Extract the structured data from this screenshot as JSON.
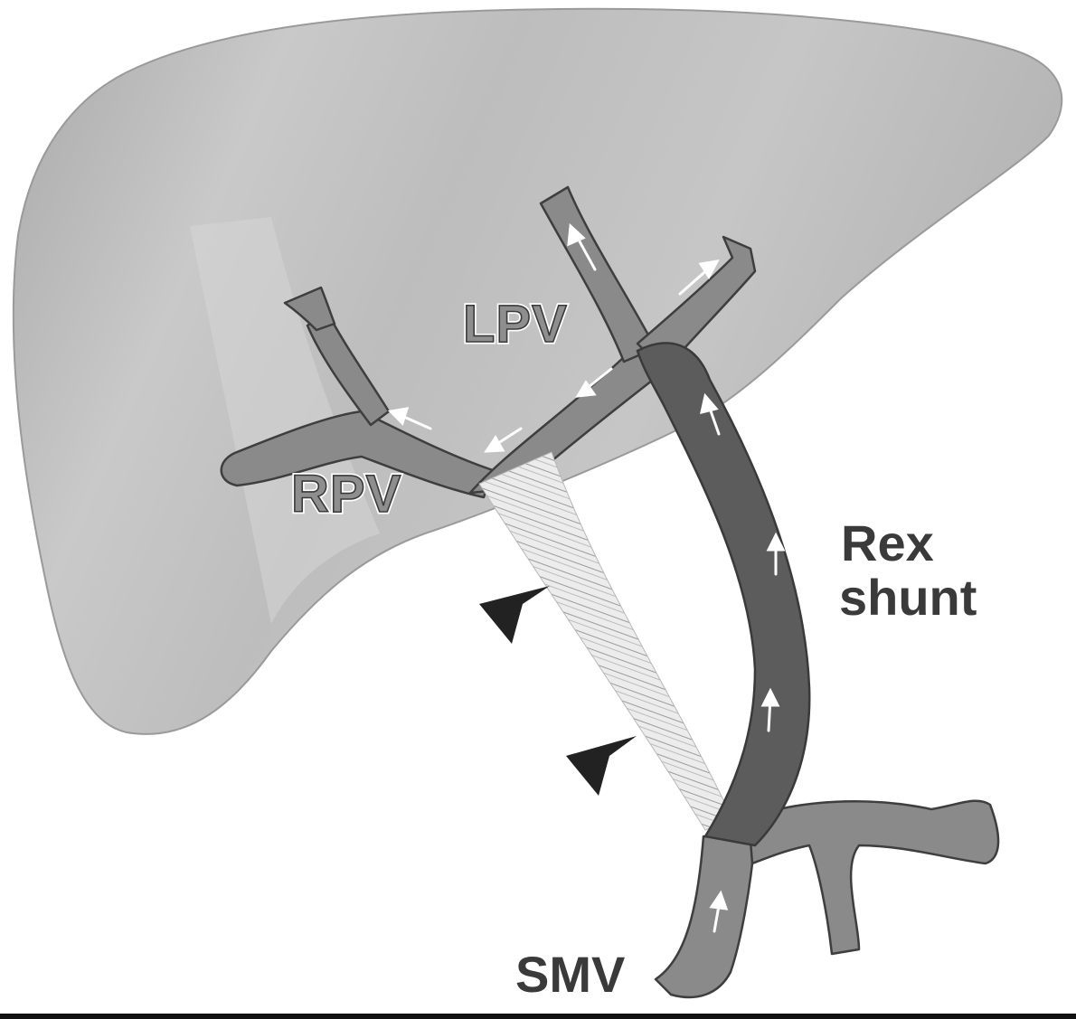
{
  "labels": {
    "lpv": "LPV",
    "rpv": "RPV",
    "rex_line1": "Rex",
    "rex_line2": "shunt",
    "smv": "SMV"
  },
  "colors": {
    "liver": "#b9b9b9",
    "liver_highlight": "#d2d2d2",
    "portal_vein": "#8a8a8a",
    "portal_vein_outline": "#3e3e3e",
    "shunt": "#5a5a5a",
    "thrombosed_segment": "#e6e6e6",
    "arrowhead_marker": "#222222",
    "flow_arrow": "#ffffff",
    "label_text": "#3a3a3a"
  },
  "icons": {
    "flow_arrow": "white-arrow-icon",
    "pointer": "black-arrowhead-icon"
  }
}
